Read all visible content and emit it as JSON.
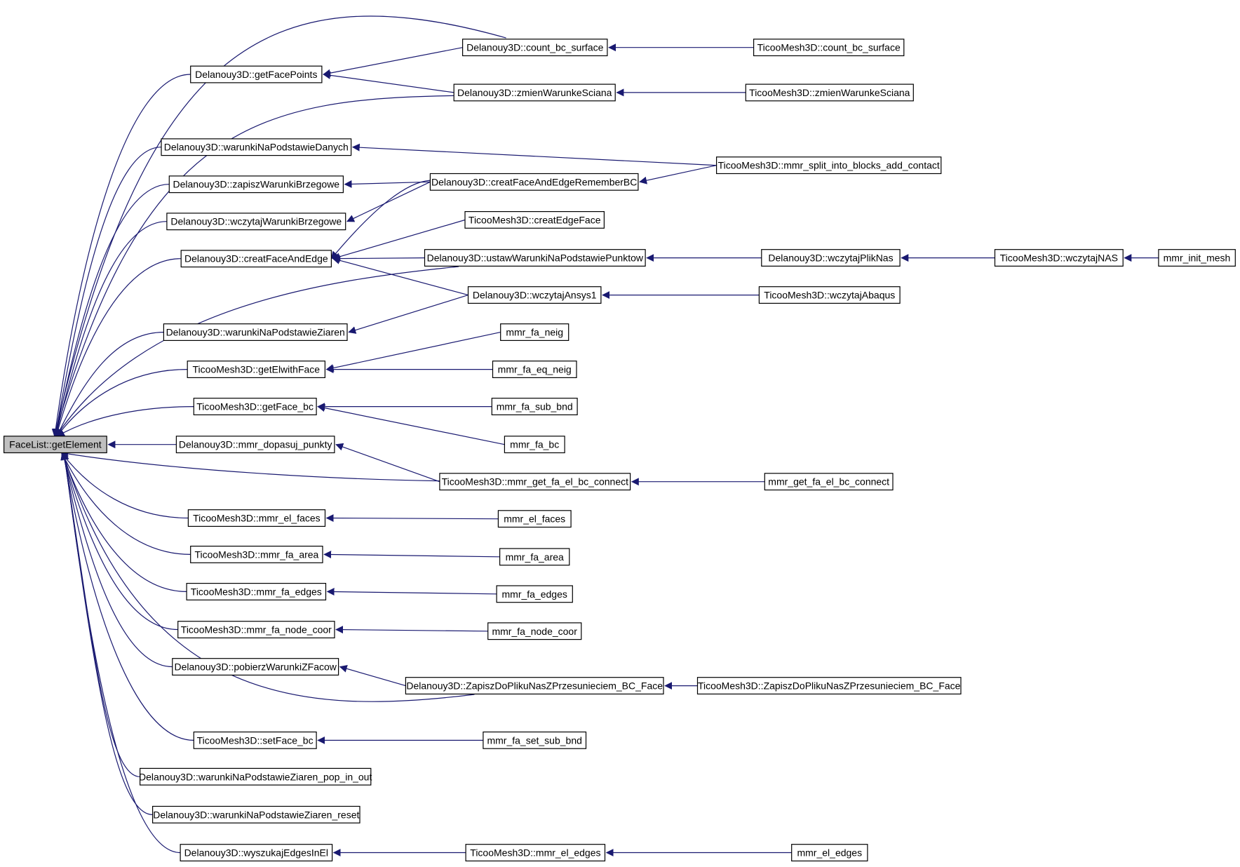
{
  "diagram": {
    "edge_color": "#191970",
    "root_fill": "#bfbfbf",
    "nodes": {
      "root": "FaceList::getElement",
      "d_getFacePoints": "Delanouy3D::getFacePoints",
      "d_warunkiNaPodstawieDanych": "Delanouy3D::warunkiNaPodstawieDanych",
      "d_zapiszWarunkiBrzegowe": "Delanouy3D::zapiszWarunkiBrzegowe",
      "d_wczytajWarunkiBrzegowe": "Delanouy3D::wczytajWarunkiBrzegowe",
      "d_creatFaceAndEdge": "Delanouy3D::creatFaceAndEdge",
      "d_warunkiNaPodstawieZiaren": "Delanouy3D::warunkiNaPodstawieZiaren",
      "t_getElwithFace": "TicooMesh3D::getElwithFace",
      "t_getFace_bc": "TicooMesh3D::getFace_bc",
      "d_mmr_dopasuj_punkty": "Delanouy3D::mmr_dopasuj_punkty",
      "t_mmr_el_faces": "TicooMesh3D::mmr_el_faces",
      "t_mmr_fa_area": "TicooMesh3D::mmr_fa_area",
      "t_mmr_fa_edges": "TicooMesh3D::mmr_fa_edges",
      "t_mmr_fa_node_coor": "TicooMesh3D::mmr_fa_node_coor",
      "d_pobierzWarunkiZFacow": "Delanouy3D::pobierzWarunkiZFacow",
      "t_setFace_bc": "TicooMesh3D::setFace_bc",
      "d_warunkiNaPodstawieZiaren_pop_in_out": "Delanouy3D::warunkiNaPodstawieZiaren_pop_in_out",
      "d_warunkiNaPodstawieZiaren_reset": "Delanouy3D::warunkiNaPodstawieZiaren_reset",
      "d_wyszukajEdgesInEl": "Delanouy3D::wyszukajEdgesInEl",
      "d_count_bc_surface": "Delanouy3D::count_bc_surface",
      "d_zmienWarunkeSciana": "Delanouy3D::zmienWarunkeSciana",
      "d_creatFaceAndEdgeRememberBC": "Delanouy3D::creatFaceAndEdgeRememberBC",
      "t_creatEdgeFace": "TicooMesh3D::creatEdgeFace",
      "d_ustawWarunkiNaPodstawiePunktow": "Delanouy3D::ustawWarunkiNaPodstawiePunktow",
      "d_wczytajAnsys1": "Delanouy3D::wczytajAnsys1",
      "mmr_fa_neig": "mmr_fa_neig",
      "mmr_fa_eq_neig": "mmr_fa_eq_neig",
      "mmr_fa_sub_bnd": "mmr_fa_sub_bnd",
      "mmr_fa_bc": "mmr_fa_bc",
      "t_mmr_get_fa_el_bc_connect": "TicooMesh3D::mmr_get_fa_el_bc_connect",
      "mmr_el_faces": "mmr_el_faces",
      "mmr_fa_area": "mmr_fa_area",
      "mmr_fa_edges": "mmr_fa_edges",
      "mmr_fa_node_coor": "mmr_fa_node_coor",
      "d_ZapiszDoPlikuNasZPrzesunieciem_BC_Face": "Delanouy3D::ZapiszDoPlikuNasZPrzesunieciem_BC_Face",
      "mmr_fa_set_sub_bnd": "mmr_fa_set_sub_bnd",
      "t_mmr_el_edges": "TicooMesh3D::mmr_el_edges",
      "t_count_bc_surface": "TicooMesh3D::count_bc_surface",
      "t_zmienWarunkeSciana": "TicooMesh3D::zmienWarunkeSciana",
      "t_mmr_split_into_blocks_add_contact": "TicooMesh3D::mmr_split_into_blocks_add_contact",
      "d_wczytajPlikNas": "Delanouy3D::wczytajPlikNas",
      "t_wczytajAbaqus": "TicooMesh3D::wczytajAbaqus",
      "mmr_get_fa_el_bc_connect": "mmr_get_fa_el_bc_connect",
      "t_ZapiszDoPlikuNasZPrzesunieciem_BC_Face": "TicooMesh3D::ZapiszDoPlikuNasZPrzesunieciem_BC_Face",
      "mmr_el_edges": "mmr_el_edges",
      "t_wczytajNAS": "TicooMesh3D::wczytajNAS",
      "mmr_init_mesh": "mmr_init_mesh"
    }
  }
}
